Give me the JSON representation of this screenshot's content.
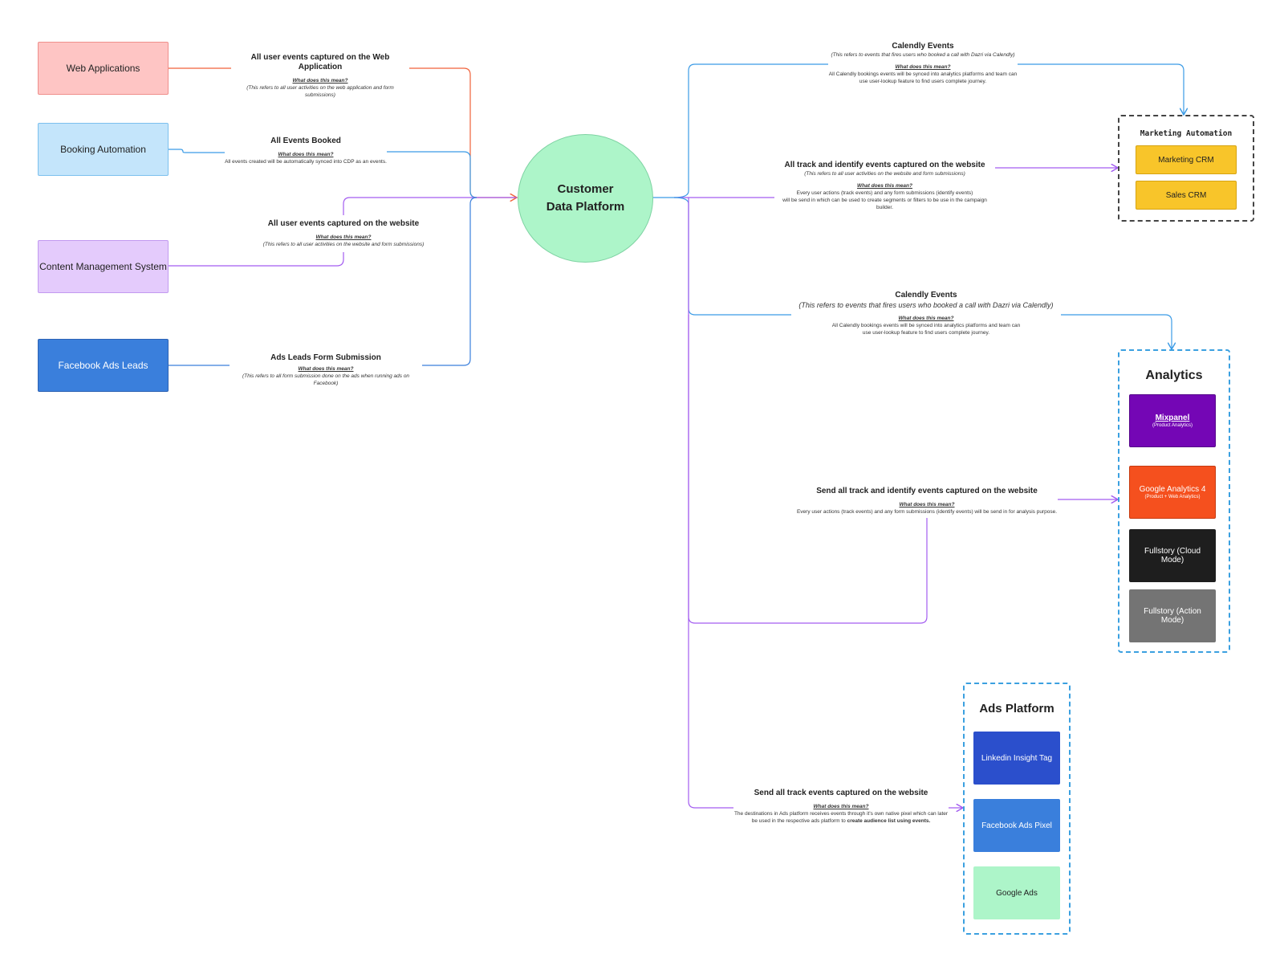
{
  "sources": {
    "web_applications": "Web Applications",
    "booking_automation": "Booking Automation",
    "content_management_system": "Content Management System",
    "facebook_ads_leads": "Facebook Ads Leads"
  },
  "hub": {
    "line1": "Customer",
    "line2": "Data Platform"
  },
  "left_edges": {
    "web_app": {
      "title": "All user events captured on the Web Application",
      "question": "What does this mean?",
      "desc": "(This refers to all user activities on the web application and form submissions)"
    },
    "booking": {
      "title": "All Events Booked",
      "question": "What does this mean?",
      "desc": "All events created will be automatically synced into CDP as an events."
    },
    "website": {
      "title": "All user events captured on the website",
      "question": "What does this mean?",
      "desc": "(This refers to all user activities on the website and form submissions)"
    },
    "ads_leads": {
      "title": "Ads Leads Form Submission",
      "question": "What does this mean?",
      "desc": "(This refers to all form submission done on the ads when running ads on Facebook)"
    }
  },
  "right_edges": {
    "calendly_marketing": {
      "title": "Calendly Events",
      "subtitle": "(This refers to events that fires users who booked a call with Dazri via Calendly)",
      "question": "What does this mean?",
      "desc_line1": "All Calendly bookings events will be synced into analytics platforms and team can",
      "desc_line2": "use user-lookup feature to find users complete journey."
    },
    "track_identify_marketing": {
      "title": "All track and identify events captured on the website",
      "subtitle": "(This refers to all user activities on the website and form submissions)",
      "question": "What does this mean?",
      "desc_line1": "Every user actions (track events) and any form submissions (identify events)",
      "desc_line2": "will be send in which can be used to create segments or filters to be use in the campaign builder."
    },
    "calendly_analytics": {
      "title": "Calendly Events",
      "subtitle": "(This refers to events that fires users who booked a call with Dazri via Calendly)",
      "question": "What does this mean?",
      "desc_line1": "All Calendly bookings events will be synced into analytics platforms and team can",
      "desc_line2": "use user-lookup feature to find users complete journey."
    },
    "track_identify_analytics": {
      "title": "Send all track and identify events captured on the website",
      "question": "What does this mean?",
      "desc": "Every user actions (track events) and any form submissions (identify events) will be send in for analysis purpose."
    },
    "track_ads": {
      "title": "Send all track events captured on the website",
      "question": "What does this mean?",
      "desc_line1": "The destinations in Ads platform receives events through it's own native pixel which can later",
      "desc_line2_pre": "be used in the respective ads platform to ",
      "desc_line2_bold": "create audience list using events."
    }
  },
  "destinations": {
    "marketing_automation": {
      "title": "Marketing Automation",
      "items": [
        "Marketing CRM",
        "Sales CRM"
      ]
    },
    "analytics": {
      "title": "Analytics",
      "mixpanel": {
        "name": "Mixpanel",
        "sub": "(Product Analytics)"
      },
      "ga4": {
        "name": "Google Analytics 4",
        "sub": "(Product  + Web Analytics)"
      },
      "fullstory_cloud": "Fullstory (Cloud Mode)",
      "fullstory_action": "Fullstory (Action Mode)"
    },
    "ads_platform": {
      "title": "Ads Platform",
      "items": [
        "Linkedin Insight Tag",
        "Facebook Ads Pixel",
        "Google Ads"
      ]
    }
  },
  "colors": {
    "web_app_line": "#f0623a",
    "booking_line": "#3b9be6",
    "website_line": "#a35cf0",
    "ads_line": "#3a7fdc",
    "hub_fill": "#adf5c9",
    "group_border_blue": "#3ba0e0"
  }
}
